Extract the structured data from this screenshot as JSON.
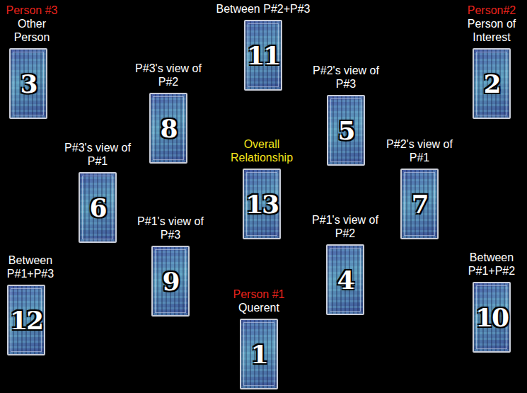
{
  "diagram": {
    "nodes": [
      {
        "text": [
          "Between P#2+P#3",
          "11"
        ]
      },
      {
        "text": [
          "Person #3",
          "Other Person",
          "3"
        ]
      },
      {
        "text": [
          "Person#2",
          "Person of Interest",
          "2"
        ]
      },
      {
        "text": [
          "P#3's view of P#2",
          "8"
        ]
      },
      {
        "text": [
          "P#2's view of P#3",
          "5"
        ]
      },
      {
        "text": [
          "P#3's view of P#1",
          "6"
        ]
      },
      {
        "text": [
          "Overall Relationship",
          "13"
        ]
      },
      {
        "text": [
          "P#2's view of P#1",
          "7"
        ]
      },
      {
        "text": [
          "P#1's view of P#3",
          "9"
        ]
      },
      {
        "text": [
          "P#1's view of P#2",
          "4"
        ]
      },
      {
        "text": [
          "Between P#1+P#3",
          "12"
        ]
      },
      {
        "text": [
          "Between P#1+P#2",
          "10"
        ]
      },
      {
        "text": [
          "Person #1",
          "Querent",
          "1"
        ]
      }
    ],
    "edges": []
  }
}
